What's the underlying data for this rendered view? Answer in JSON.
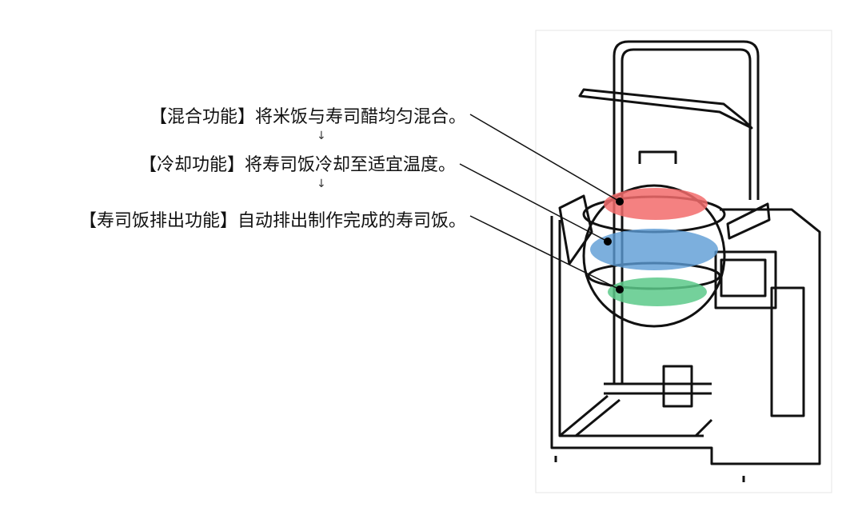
{
  "labels": {
    "mixing": "【混合功能】将米饭与寿司醋均匀混合。",
    "cooling": "【冷却功能】将寿司饭冷却至适宜温度。",
    "discharge": "【寿司饭排出功能】自动排出制作完成的寿司饭。",
    "arrow": "↓"
  },
  "colors": {
    "mixing": "#f26b6b",
    "cooling": "#5b9bd5",
    "discharge": "#5cc98a"
  }
}
